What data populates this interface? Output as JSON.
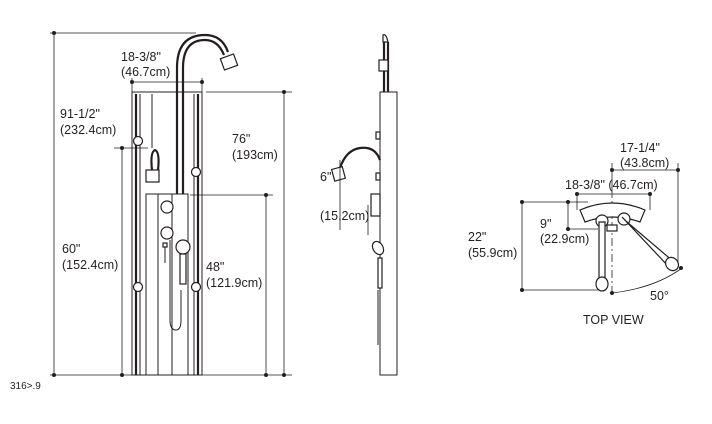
{
  "front_view": {
    "width_in": "18-3/8\"",
    "width_cm": "(46.7cm)",
    "total_height_in": "91-1/2\"",
    "total_height_cm": "(232.4cm)",
    "panel_height_in": "76\"",
    "panel_height_cm": "(193cm)",
    "showerhead_height_in": "60\"",
    "showerhead_height_cm": "(152.4cm)",
    "control_height_in": "48\"",
    "control_height_cm": "(121.9cm)"
  },
  "side_view": {
    "projection_in": "6\"",
    "projection_cm": "(15.2cm)"
  },
  "top_view": {
    "title": "TOP VIEW",
    "reach_in": "17-1/4\"",
    "reach_cm": "(43.8cm)",
    "width_label": "18-3/8\" (46.7cm)",
    "depth_in": "9\"",
    "depth_cm": "(22.9cm)",
    "arm_in": "22\"",
    "arm_cm": "(55.9cm)",
    "angle": "50°"
  },
  "footer_code": "316>.9"
}
